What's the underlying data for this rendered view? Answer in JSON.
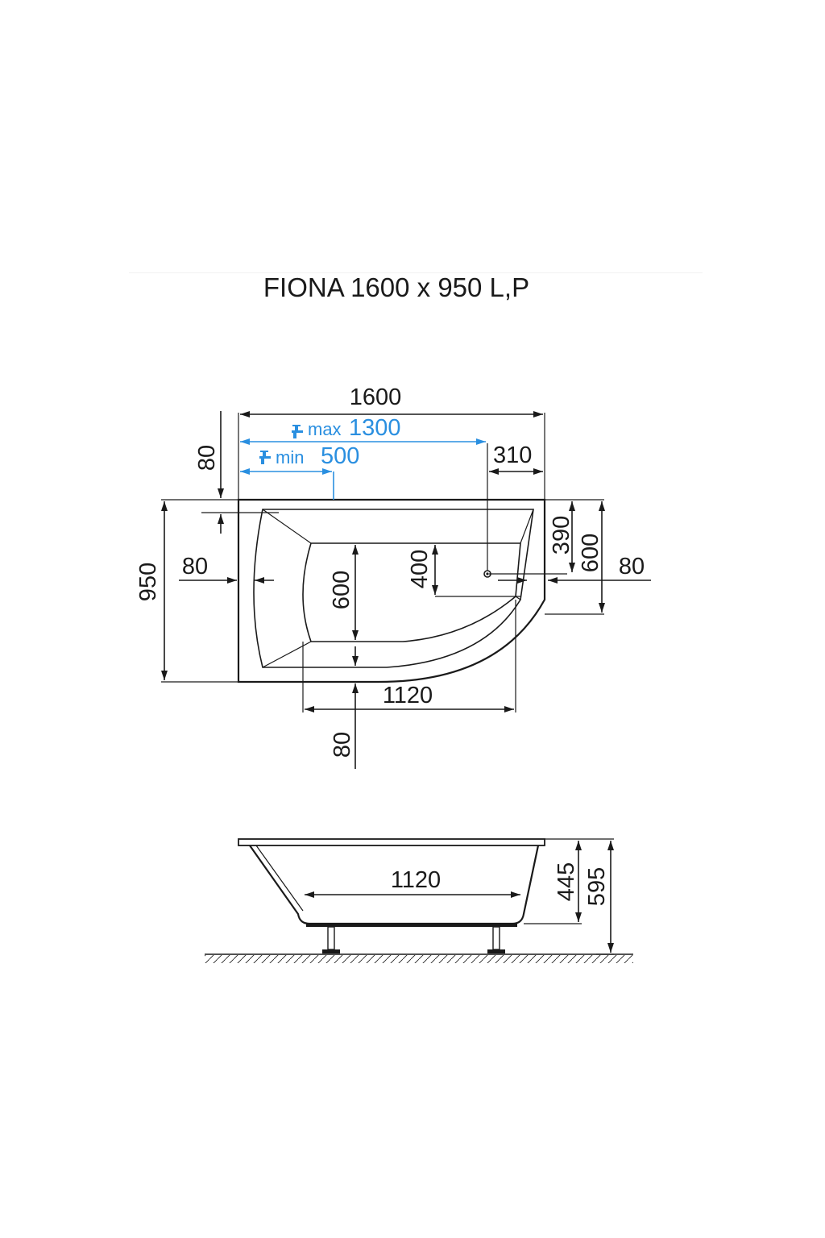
{
  "title": "FIONA 1600 x 950 L,P",
  "top_view": {
    "width_overall": "1600",
    "faucet_max_label": "max",
    "faucet_max_value": "1300",
    "faucet_min_label": "min",
    "faucet_min_value": "500",
    "drain_offset": "310",
    "rim_top": "80",
    "depth_overall": "950",
    "rim_left": "80",
    "inner_depth": "600",
    "drain_depth": "400",
    "right_depth_short": "390",
    "right_depth_long": "600",
    "rim_right": "80",
    "inner_length": "1120",
    "rim_bottom": "80"
  },
  "side_view": {
    "inner_length": "1120",
    "tub_depth": "445",
    "total_height": "595"
  },
  "colors": {
    "line": "#1a1a1a",
    "faucet_blue": "#2a8fe0"
  }
}
